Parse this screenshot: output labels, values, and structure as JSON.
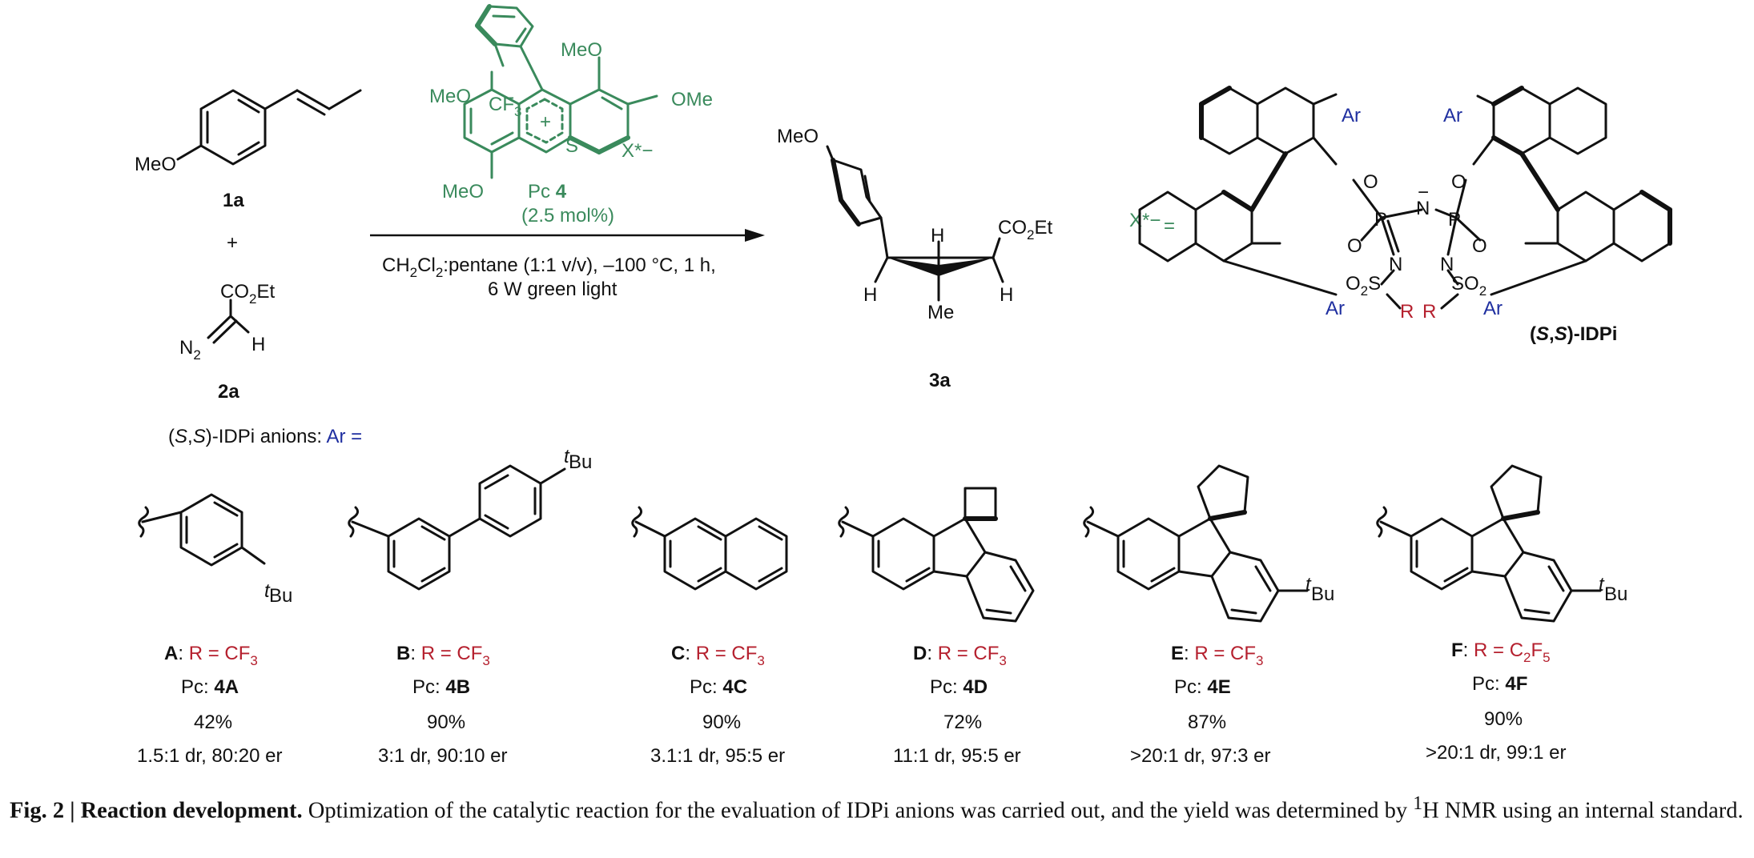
{
  "reactants": {
    "r1_sub": "MeO",
    "r1_id": "1a",
    "plus": "+",
    "r2_ester": "CO",
    "r2_ester_sub": "2",
    "r2_ester_tail": "Et",
    "r2_n": "N",
    "r2_n_sub": "2",
    "r2_h": "H",
    "r2_id": "2a"
  },
  "catalyst": {
    "sub_meo_top": "MeO",
    "sub_meo_left": "MeO",
    "sub_ome_right": "OMe",
    "sub_meo_bottom": "MeO",
    "sub_cf3": "CF",
    "sub_cf3_sub": "3",
    "heteroatom": "S",
    "charge": "+",
    "counterion": "X*−",
    "name": "Pc ",
    "name_bold": "4",
    "loading": "(2.5 mol%)"
  },
  "conditions": {
    "line1_a": "CH",
    "line1_a_sub": "2",
    "line1_b": "Cl",
    "line1_b_sub": "2",
    "line1_c": ":pentane (1:1 v/v), –100 °C, 1 h,",
    "line2": "6 W green light"
  },
  "product": {
    "meo": "MeO",
    "ester": "CO",
    "ester_sub": "2",
    "ester_tail": "Et",
    "h1": "H",
    "h2": "H",
    "h3": "H",
    "me": "Me",
    "id": "3a"
  },
  "idpi": {
    "x_label": "X*−",
    "equals": "=",
    "ar": "Ar",
    "o": "O",
    "p": "P",
    "n": "N",
    "n_minus": "−",
    "s": "S",
    "so2_o": "O",
    "so2_sub": "2",
    "so2": "SO",
    "r": "R",
    "name_a": "(",
    "name_s1": "S",
    "name_comma": ",",
    "name_s2": "S",
    "name_b": ")-IDPi"
  },
  "anion_heading": {
    "prefix": "(",
    "s1": "S",
    "comma": ",",
    "s2": "S",
    "suffix": ")-IDPi anions: ",
    "ar": "Ar ="
  },
  "anion_subs": {
    "tbu_t": "t",
    "tbu": "Bu"
  },
  "anions": [
    {
      "letter": "A",
      "r_text": "R = CF",
      "r_sub": "3",
      "pc_label": "Pc: ",
      "pc": "4A",
      "yield": "42%",
      "sel": "1.5:1 dr, 80:20 er"
    },
    {
      "letter": "B",
      "r_text": "R = CF",
      "r_sub": "3",
      "pc_label": "Pc: ",
      "pc": "4B",
      "yield": "90%",
      "sel": "3:1 dr, 90:10 er"
    },
    {
      "letter": "C",
      "r_text": "R = CF",
      "r_sub": "3",
      "pc_label": "Pc: ",
      "pc": "4C",
      "yield": "90%",
      "sel": "3.1:1 dr, 95:5 er"
    },
    {
      "letter": "D",
      "r_text": "R = CF",
      "r_sub": "3",
      "pc_label": "Pc: ",
      "pc": "4D",
      "yield": "72%",
      "sel": "11:1 dr, 95:5 er"
    },
    {
      "letter": "E",
      "r_text": "R = CF",
      "r_sub": "3",
      "pc_label": "Pc: ",
      "pc": "4E",
      "yield": "87%",
      "sel": ">20:1 dr, 97:3 er"
    },
    {
      "letter": "F",
      "r_text": "R = C",
      "r_sub": "2",
      "r_text2": "F",
      "r_sub2": "5",
      "pc_label": "Pc: ",
      "pc": "4F",
      "yield": "90%",
      "sel": ">20:1 dr, 99:1 er"
    }
  ],
  "caption": {
    "bold": "Fig. 2 | Reaction development.",
    "text": " Optimization of the catalytic reaction for the evaluation of IDPi anions was carried out, and the yield was determined by ",
    "sup": "1",
    "text2": "H NMR using an internal standard."
  },
  "colors": {
    "catalyst_green": "#3a8a5c",
    "r_group_red": "#b5202e",
    "ar_blue": "#1f2fa0"
  }
}
